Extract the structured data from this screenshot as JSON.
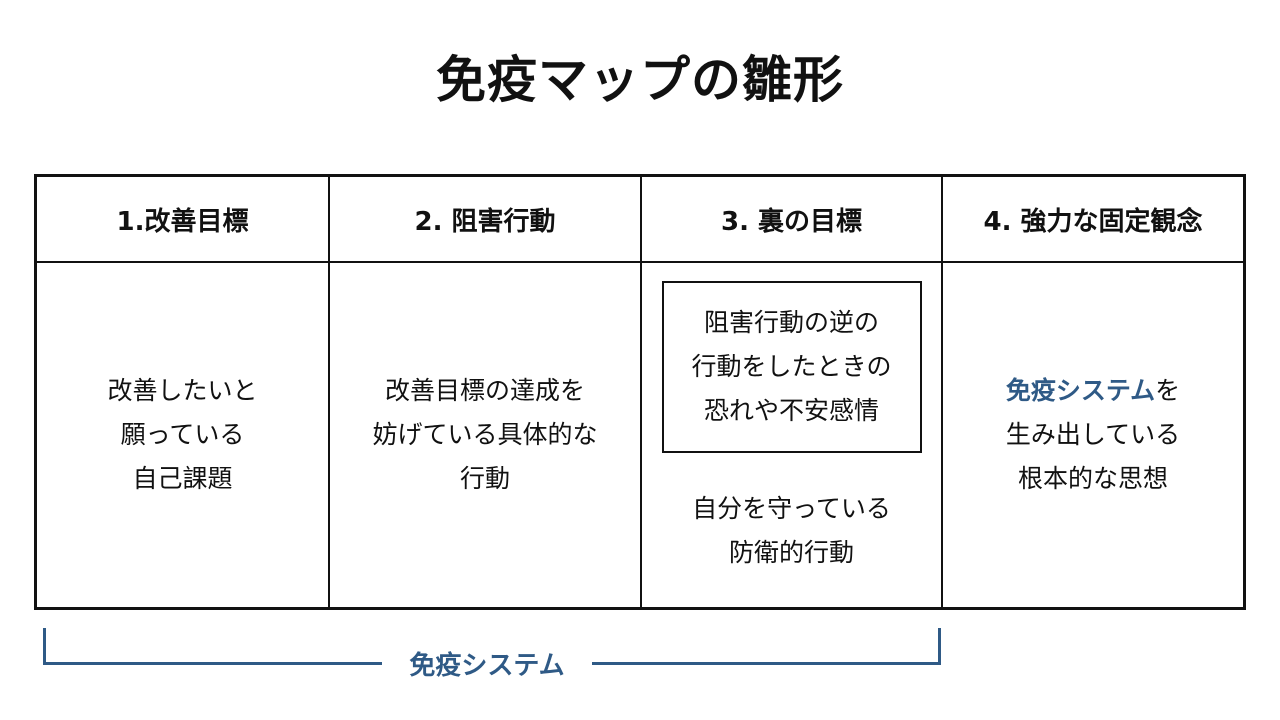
{
  "title": "免疫マップの雛形",
  "accent_color": "#2f5a86",
  "columns": [
    {
      "header": "1.改善目標",
      "lines": [
        "改善したいと",
        "願っている",
        "自己課題"
      ]
    },
    {
      "header": "2. 阻害行動",
      "lines": [
        "改善目標の達成を",
        "妨げている具体的な",
        "行動"
      ]
    },
    {
      "header": "3. 裏の目標",
      "box_lines": [
        "阻害行動の逆の",
        "行動をしたときの",
        "恐れや不安感情"
      ],
      "lines": [
        "自分を守っている",
        "防衛的行動"
      ]
    },
    {
      "header": "4. 強力な固定観念",
      "highlight": "免疫システム",
      "highlight_suffix": "を",
      "lines": [
        "生み出している",
        "根本的な思想"
      ]
    }
  ],
  "bracket_label": "免疫システム"
}
